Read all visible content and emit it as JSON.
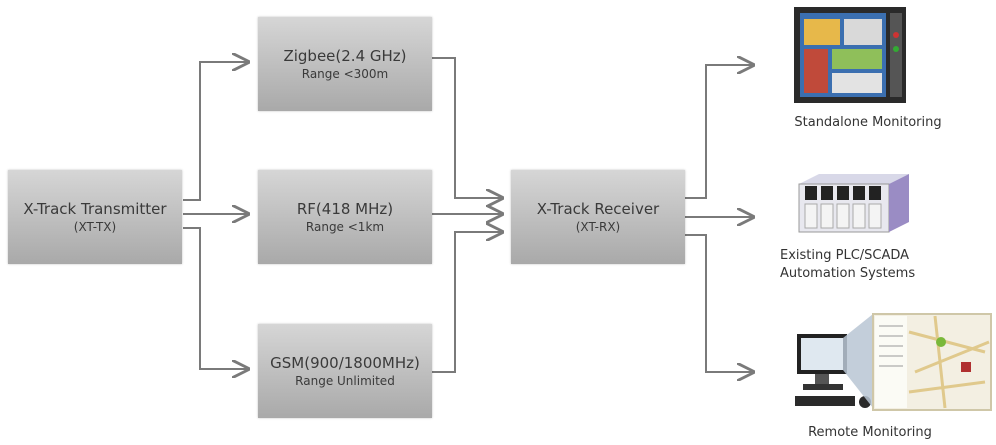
{
  "transmitter": {
    "title": "X-Track Transmitter",
    "code": "(XT-TX)"
  },
  "links": [
    {
      "title": "Zigbee(2.4 GHz)",
      "range": "Range <300m"
    },
    {
      "title": "RF(418 MHz)",
      "range": "Range <1km"
    },
    {
      "title": "GSM(900/1800MHz)",
      "range": "Range Unlimited"
    }
  ],
  "receiver": {
    "title": "X-Track Receiver",
    "code": "(XT-RX)"
  },
  "outputs": [
    {
      "label": "Standalone Monitoring",
      "icon": "industrial-monitor-icon"
    },
    {
      "label_line1": "Existing PLC/SCADA",
      "label_line2": "Automation Systems",
      "icon": "plc-rack-icon"
    },
    {
      "label": "Remote Monitoring",
      "icon": "computer-map-icon"
    }
  ],
  "colors": {
    "box": "#bdbdbd",
    "line": "#7a7a7a",
    "text": "#3a3a3a"
  }
}
